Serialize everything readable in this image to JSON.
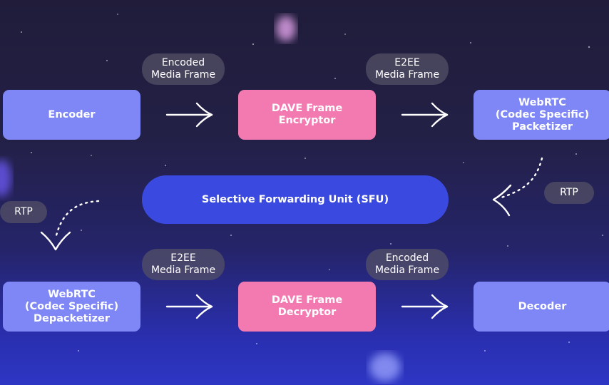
{
  "nodes": {
    "encoder": "Encoder",
    "encryptor": "DAVE Frame\nEncryptor",
    "packetizer": "WebRTC\n(Codec Specific)\nPacketizer",
    "sfu": "Selective Forwarding Unit (SFU)",
    "depacketizer": "WebRTC\n(Codec Specific)\nDepacketizer",
    "decryptor": "DAVE Frame\nDecryptor",
    "decoder": "Decoder"
  },
  "labels": {
    "top_encoded": "Encoded\nMedia Frame",
    "top_e2ee": "E2EE\nMedia Frame",
    "rtp_right": "RTP",
    "rtp_left": "RTP",
    "bottom_e2ee": "E2EE\nMedia Frame",
    "bottom_encoded": "Encoded\nMedia Frame"
  },
  "colors": {
    "box_blue": "#7e87f5",
    "box_pink": "#f37ab1",
    "sfu_blue": "#3a4ae0",
    "label_pill": "#545266",
    "arrow": "#ffffff"
  }
}
